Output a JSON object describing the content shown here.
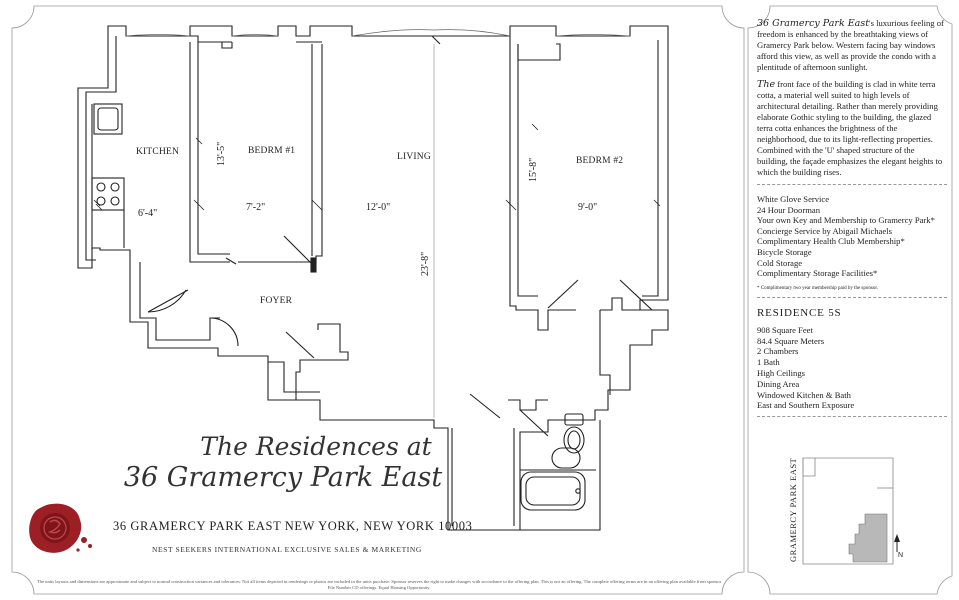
{
  "plan": {
    "rooms": {
      "kitchen": "KITCHEN",
      "bedroom1": "BEDRM #1",
      "living": "LIVING",
      "bedroom2": "BEDRM #2",
      "foyer": "FOYER"
    },
    "dimensions": {
      "bedroom1_height": "13'-5\"",
      "bedroom1_width": "7'-2\"",
      "kitchen_width": "6'-4\"",
      "living_width": "12'-0\"",
      "living_length": "23'-8\"",
      "bedroom2_height": "15'-8\"",
      "bedroom2_width": "9'-0\""
    }
  },
  "branding": {
    "title_line1": "The Residences at",
    "title_line2": "36 Gramercy Park East",
    "address": "36 GRAMERCY PARK EAST NEW YORK, NEW YORK 10003",
    "tagline": "NEST SEEKERS INTERNATIONAL EXCLUSIVE SALES & MARKETING",
    "disclaimer": "The units layouts and dimensions are approximate and subject to normal construction variances and tolerances. Not all items depicted in renderings or photos are included in the units purchase. Sponsor reserves the right to make changes with accordance to the offering plan. This is not an offering. The complete offering terms are in an offering plan available from sponsor File Number CD offerings. Equal Housing Opportunity."
  },
  "sidebar": {
    "intro_lead": "36 Gramercy Park East",
    "intro_text": "'s luxurious feeling of freedom is enhanced by the breathtaking views of Gramercy Park below. Western facing bay windows afford this view, as well as provide the condo with a plentitude of afternoon sunlight.",
    "facade_lead": "The",
    "facade_text": " front face of the building is clad in white terra cotta, a material well suited to high levels of architectural detailing. Rather than merely providing elaborate Gothic styling to the building, the glazed terra cotta enhances the brightness of the neighborhood, due to its light-reflecting properties. Combined with the 'U' shaped structure of the building, the façade emphasizes the elegant heights to which the building rises.",
    "amenities": [
      "White Glove Service",
      "24 Hour Doorman",
      "Your own Key and Membership to Gramercy Park*",
      "Concierge Service by Abigail Michaels",
      "Complimentary Health Club Membership*",
      "Bicycle Storage",
      "Cold Storage",
      "Complimentary Storage Facilities*"
    ],
    "footnote": "* Complimentary two year membership paid by the sponsor.",
    "residence_title": "RESIDENCE 5S",
    "specs": [
      "908 Square Feet",
      "84.4 Square Meters",
      "2 Chambers",
      "1 Bath",
      "High Ceilings",
      "Dining Area",
      "Windowed Kitchen & Bath",
      "East and Southern Exposure"
    ]
  },
  "keyplan": {
    "street_label": "GRAMERCY PARK EAST",
    "north_label": "N"
  },
  "colors": {
    "seal": "#9c1f25",
    "wall": "#222222",
    "keyplan_fill": "#b8b8b8"
  }
}
